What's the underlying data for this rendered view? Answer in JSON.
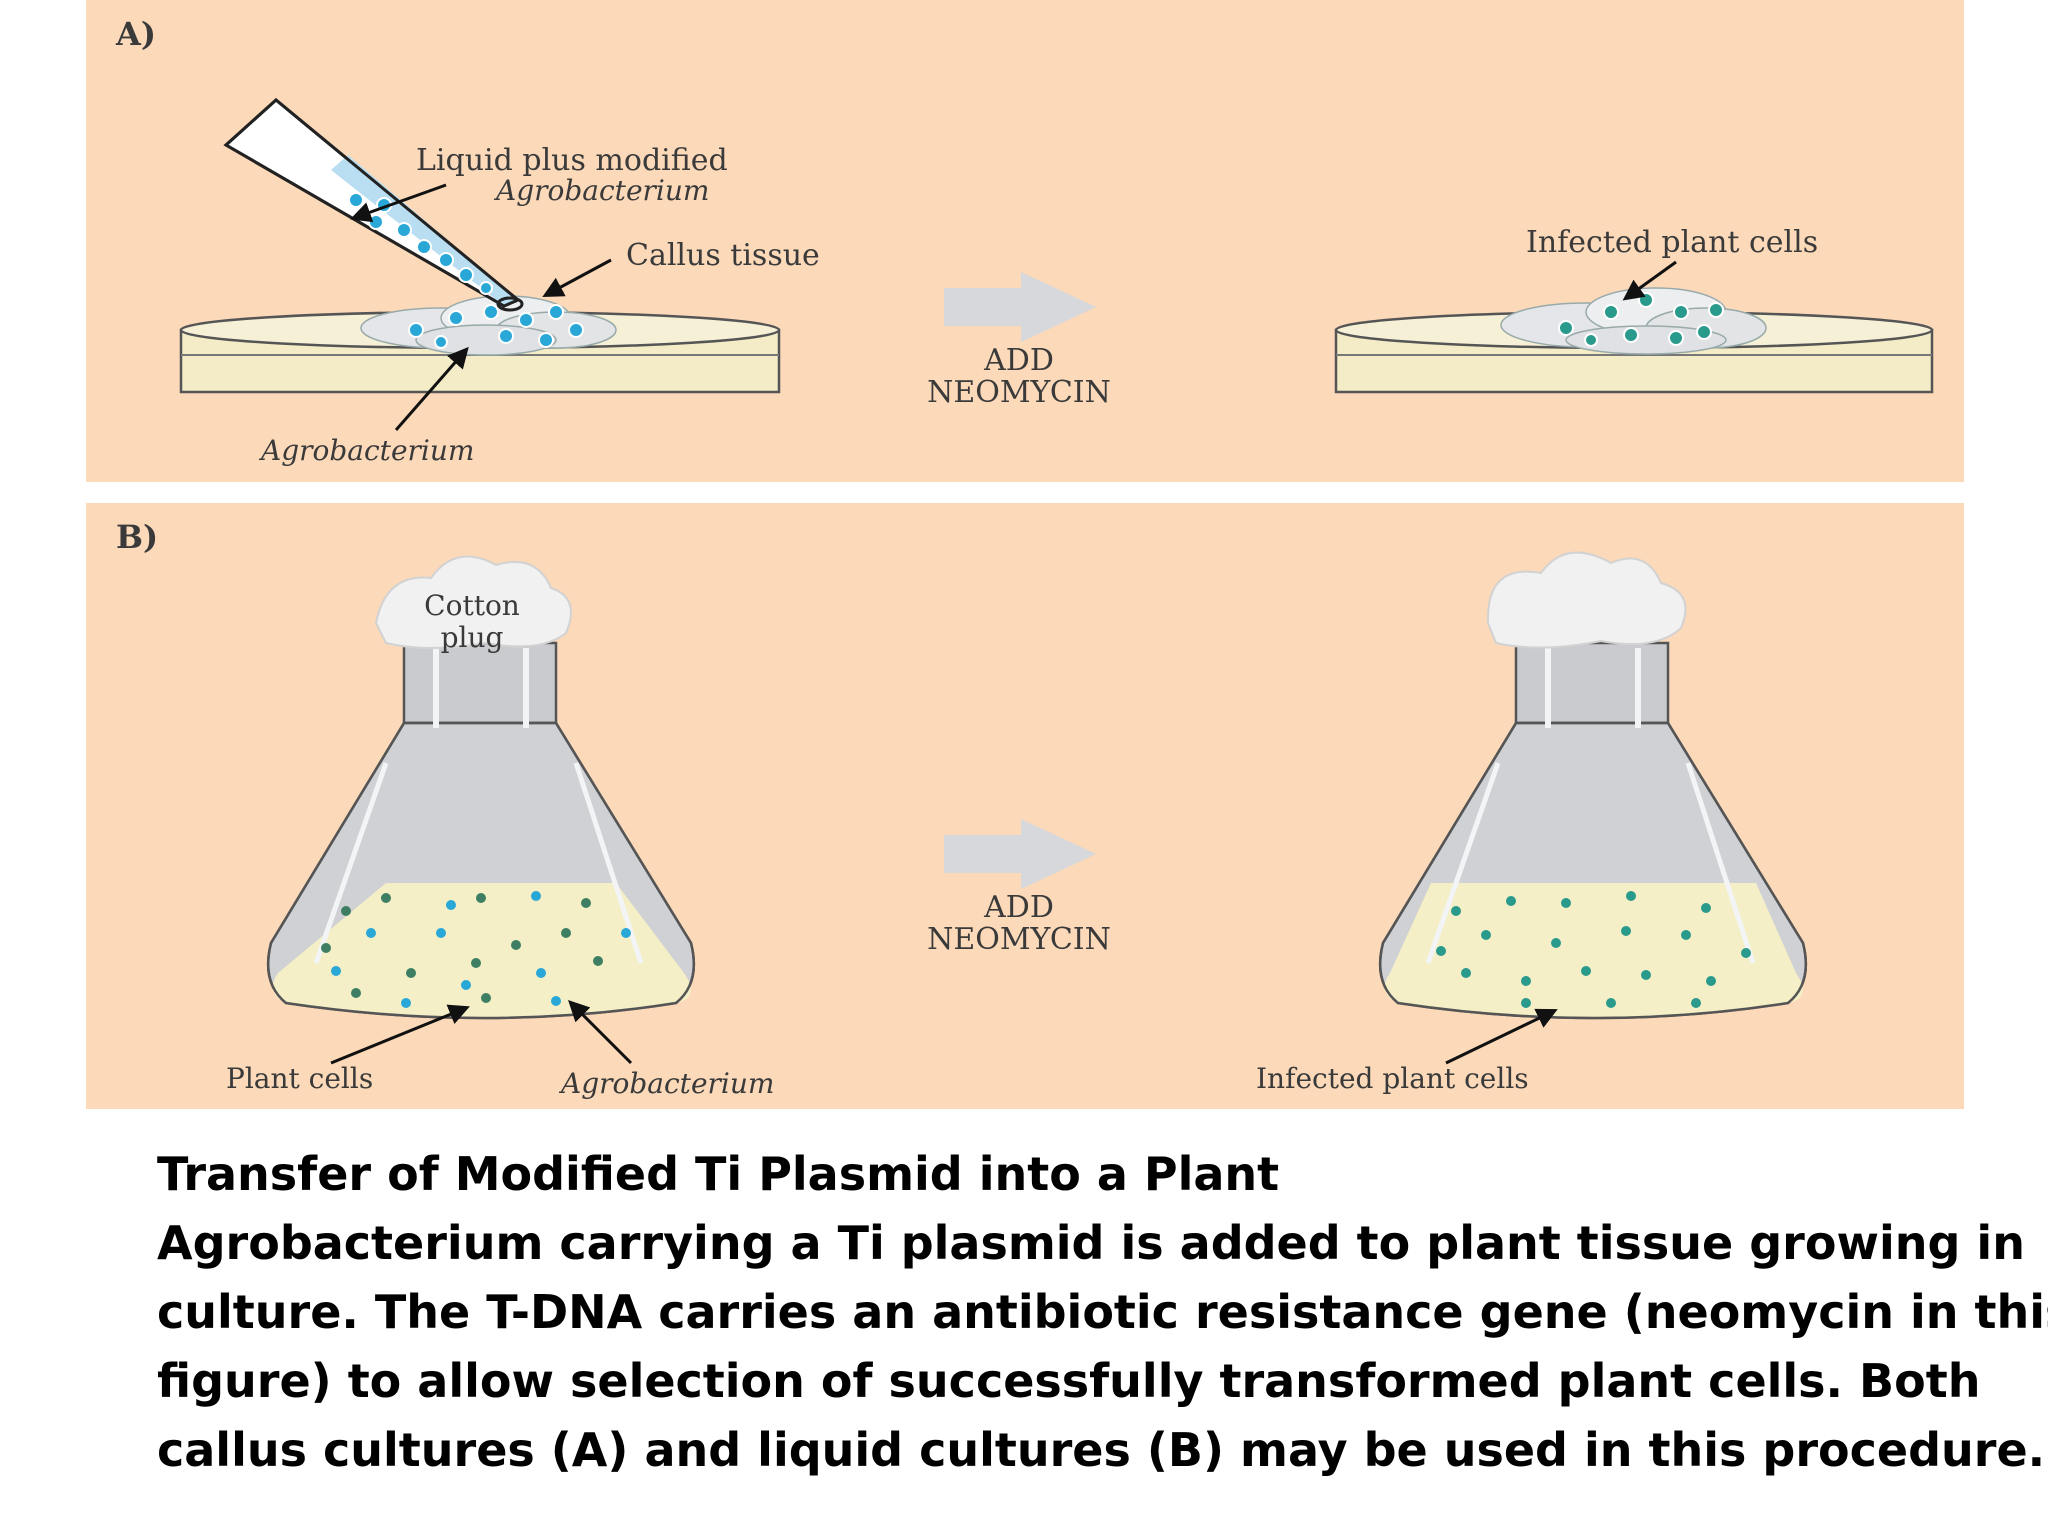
{
  "panel_a": {
    "label": "A)",
    "pipette_label_line1": "Liquid plus modified",
    "pipette_label_line2": "Agrobacterium",
    "callus_label": "Callus tissue",
    "agro_label": "Agrobacterium",
    "arrow_line1": "ADD",
    "arrow_line2": "NEOMYCIN",
    "infected_label": "Infected plant cells"
  },
  "panel_b": {
    "label": "B)",
    "cotton_line1": "Cotton",
    "cotton_line2": "plug",
    "arrow_line1": "ADD",
    "arrow_line2": "NEOMYCIN",
    "plant_cells_label": "Plant cells",
    "agro_label": "Agrobacterium",
    "infected_label": "Infected plant cells"
  },
  "caption": {
    "title": "Transfer of Modified Ti Plasmid into a Plant",
    "line1": "Agrobacterium carrying a Ti plasmid is added to plant tissue growing in",
    "line2": "culture. The T-DNA carries an antibiotic resistance gene (neomycin in this",
    "line3": "figure) to allow selection of successfully transformed plant cells. Both",
    "line4": "callus cultures (A) and liquid cultures (B) may be used in this procedure."
  },
  "colors": {
    "panel_background": "#fbd9b9",
    "agrobacterium_cell": "#29a8d8",
    "plant_cell": "#3e7f63",
    "infected_cell": "#2a9a8c",
    "medium": "#f4efc6",
    "arrow": "#d6d8dc"
  }
}
